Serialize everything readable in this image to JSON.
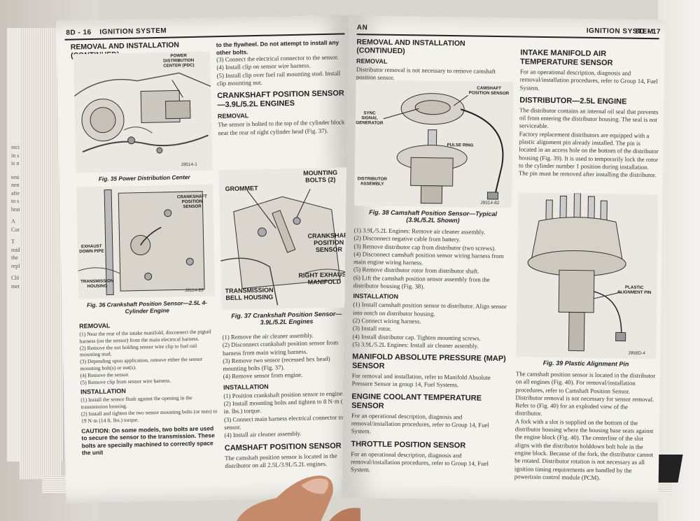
{
  "background": {
    "left_page_fragments": [
      "nici",
      "in s",
      "is n",
      "testi",
      "nent",
      "after",
      "to s",
      "brate",
      "A",
      "Corpo",
      "T",
      "midpo",
      "the m",
      "replac",
      "CH",
      "metho"
    ]
  },
  "left_page": {
    "page_number": "8D - 16",
    "header_title": "IGNITION SYSTEM",
    "section_title": "REMOVAL AND INSTALLATION (Continued)",
    "fig35": {
      "caption": "Fig. 35 Power Distribution Center",
      "label_pdc": "POWER DISTRIBUTION CENTER (PDC)",
      "code": "J9514-1"
    },
    "fig36": {
      "caption": "Fig. 36 Crankshaft Position Sensor—2.5L 4-Cylinder Engine",
      "label_sensor": "CRANKSHAFT POSITION SENSOR",
      "label_pipe": "EXHAUST DOWN PIPE",
      "label_trans": "TRANSMISSION HOUSING",
      "code": "J9114-89"
    },
    "col1": {
      "removal_heading": "REMOVAL",
      "removal_steps": [
        "(1) Near the rear of the intake manifold, disconnect the pigtail harness (on the sensor) from the main electrical harness.",
        "(2) Remove the nut holding sensor wire clip to fuel rail mounting stud.",
        "(3) Depending upon application, remove either the sensor mounting bolt(s) or nut(s).",
        "(4) Remove the sensor.",
        "(5) Remove clip from sensor wire harness."
      ],
      "installation_heading": "INSTALLATION",
      "installation_steps": [
        "(1) Install the sensor flush against the opening in the transmission housing.",
        "(2) Install and tighten the two sensor mounting bolts (or nuts) to 19 N·m (14 ft. lbs.) torque."
      ],
      "caution": "CAUTION: On some models, two bolts are used to secure the sensor to the transmission. These bolts are specially machined to correctly space the unit"
    },
    "col2": {
      "top_text": "to the flywheel. Do not attempt to install any other bolts.",
      "top_steps": [
        "(3) Connect the electrical connector to the sensor.",
        "(4) Install clip on sensor wire harness.",
        "(5) Install clip over fuel rail mounting stud. Install clip mounting nut."
      ],
      "ckp_heading": "CRANKSHAFT POSITION SENSOR—3.9L/5.2L ENGINES",
      "removal_heading": "REMOVAL",
      "removal_text": "The sensor is bolted to the top of the cylinder block near the rear of right cylinder head (Fig. 37).",
      "fig37": {
        "caption": "Fig. 37 Crankshaft Position Sensor—3.9L/5.2L Engines",
        "label_grommet": "GROMMET",
        "label_bolts": "MOUNTING BOLTS (2)",
        "label_sensor": "CRANKSHAFT POSITION SENSOR",
        "label_manifold": "RIGHT EXHAUST MANIFOLD",
        "label_bell": "TRANSMISSION BELL HOUSING"
      },
      "removal_steps": [
        "(1) Remove the air cleaner assembly.",
        "(2) Disconnect crankshaft position sensor from harness from main wiring harness.",
        "(3) Remove two sensor (recessed hex head) mounting bolts (Fig. 37).",
        "(4) Remove sensor from engine."
      ],
      "installation_heading": "INSTALLATION",
      "installation_steps": [
        "(1) Position crankshaft position sensor to engine.",
        "(2) Install mounting bolts and tighten to 8 N·m (70 in. lbs.) torque.",
        "(3) Connect main harness electrical connector to sensor.",
        "(4) Install air cleaner assembly."
      ],
      "camshaft_heading": "CAMSHAFT POSITION SENSOR",
      "camshaft_text": "The camshaft position sensor is located in the distributor on all 2.5L/3.9L/5.2L engines."
    }
  },
  "right_page": {
    "left_header": "AN",
    "header_title": "IGNITION SYSTEM",
    "page_number": "8D - 17",
    "section_title": "REMOVAL AND INSTALLATION (Continued)",
    "col1": {
      "removal_heading": "REMOVAL",
      "removal_intro": "Distributor removal is not necessary to remove camshaft position sensor.",
      "fig38": {
        "caption": "Fig. 38 Camshaft Position Sensor—Typical (3.9L/5.2L Shown)",
        "label_cmp": "CAMSHAFT POSITION SENSOR",
        "label_sync": "SYNC SIGNAL GENERATOR",
        "label_pulse": "PULSE RING",
        "label_dist": "DISTRIBUTOR ASSEMBLY",
        "code": "J9314-82"
      },
      "removal_steps": [
        "(1) 3.9L/5.2L Engines: Remove air cleaner assembly.",
        "(2) Disconnect negative cable from battery.",
        "(3) Remove distributor cap from distributor (two screws).",
        "(4) Disconnect camshaft position sensor wiring harness from main engine wiring harness.",
        "(5) Remove distributor rotor from distributor shaft.",
        "(6) Lift the camshaft position sensor assembly from the distributor housing (Fig. 38)."
      ],
      "installation_heading": "INSTALLATION",
      "installation_steps": [
        "(1) Install camshaft position sensor to distributor. Align sensor into notch on distributor housing.",
        "(2) Connect wiring harness.",
        "(3) Install rotor.",
        "(4) Install distributor cap. Tighten mounting screws.",
        "(5) 3.9L/5.2L Engines: Install air cleaner assembly."
      ],
      "map_heading": "MANIFOLD ABSOLUTE PRESSURE (MAP) SENSOR",
      "map_text": "For removal and installation, refer to Manifold Absolute Pressure Sensor in group 14, Fuel Systems.",
      "ect_heading": "ENGINE COOLANT TEMPERATURE SENSOR",
      "ect_text": "For an operational description, diagnosis and removal/installation procedures, refer to Group 14, Fuel System.",
      "tps_heading": "THROTTLE POSITION SENSOR",
      "tps_text": "For an operational description, diagnosis and removal/installation procedures, refer to Group 14, Fuel System."
    },
    "col2": {
      "iat_heading": "INTAKE MANIFOLD AIR TEMPERATURE SENSOR",
      "iat_text": "For an operational description, diagnosis and removal/installation procedures, refer to Group 14, Fuel System.",
      "dist_heading": "DISTRIBUTOR—2.5L ENGINE",
      "dist_p1": "The distributor contains an internal oil seal that prevents oil from entering the distributor housing. The seal is not serviceable.",
      "dist_p2": "Factory replacement distributors are equipped with a plastic alignment pin already installed. The pin is located in an access hole on the bottom of the distributor housing (Fig. 39). It is used to temporarily lock the rotor to the cylinder number 1 position during installation. The pin must be removed after installing the distributor.",
      "fig39": {
        "caption": "Fig. 39 Plastic Alignment Pin",
        "label_pin": "PLASTIC ALIGNMENT PIN",
        "code": "J958D-4"
      },
      "dist_p3": "The camshaft position sensor is located in the distributor on all engines (Fig. 40). For removal/installation procedures, refer to Camshaft Position Sensor. Distributor removal is not necessary for sensor removal.",
      "dist_p4": "Refer to (Fig. 40) for an exploded view of the distributor.",
      "dist_p5": "A fork with a slot is supplied on the bottom of the distributor housing where the housing base seats against the engine block (Fig. 40). The centerline of the slot aligns with the distributor holddown bolt hole in the engine block. Because of the fork, the distributor cannot be rotated. Distributor rotation is not necessary as all ignition timing requirements are handled by the powertrain control module (PCM)."
    }
  }
}
